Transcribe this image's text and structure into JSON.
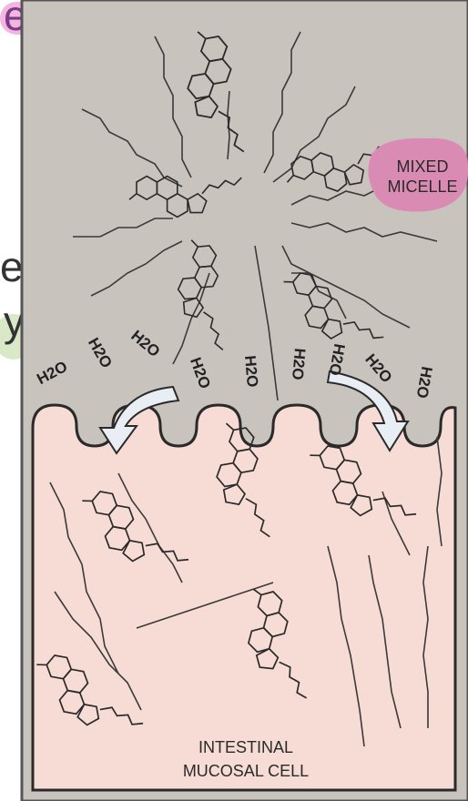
{
  "labels": {
    "mixed_micelle": [
      "MIXED",
      "MICELLE"
    ],
    "cell": [
      "INTESTINAL",
      "MUCOSAL CELL"
    ],
    "water": [
      "H2O",
      "H2O",
      "H2O",
      "H2O",
      "H2O",
      "H2O",
      "H2O",
      "H2O",
      "H2O"
    ]
  },
  "cropped_text": {
    "top_left": "e",
    "mid_left_1": "e",
    "mid_left_2": "y"
  },
  "colors": {
    "background": "#c9c3be",
    "cell": "#f6dcd4",
    "outline": "#2a2a2a",
    "micelle_badge": "#d98bb4",
    "arrow_fill": "#e9eef4"
  }
}
